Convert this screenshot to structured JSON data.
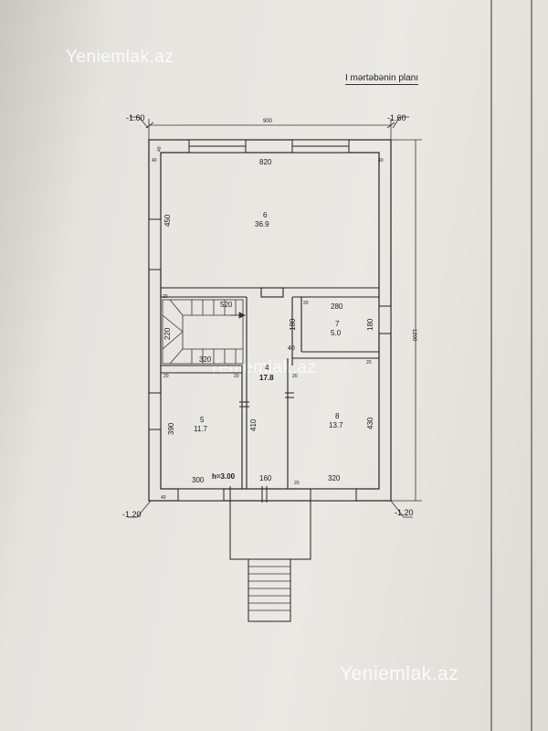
{
  "title": "I mərtəbənin planı",
  "watermarks": [
    "Yeniemlak.az",
    "Yeniemlak.az",
    "Yeniemlak.az"
  ],
  "levels": {
    "top_left": "-1.60",
    "top_right": "-1.60",
    "bottom_left": "-1.20",
    "bottom_right": "-1.20"
  },
  "dimensions": {
    "overall_width": "900",
    "overall_height": "1200",
    "room6_width": "820",
    "room6_height": "450",
    "stair_width": "520",
    "stair_height": "220",
    "stair_bottom": "320",
    "room7_width": "280",
    "room7_height_left": "180",
    "room7_height_right": "180",
    "corridor_height": "410",
    "room5_height": "390",
    "room5_width": "300",
    "room8_height": "430",
    "room8_width": "320",
    "door_width": "160",
    "ceiling_height": "h=3.00",
    "wall_40_a": "40",
    "wall_40_b": "40",
    "wall_40_c": "40",
    "wall_40_d": "40",
    "wall_40_e": "40",
    "wall_20_a": "20",
    "wall_20_b": "20",
    "wall_20_c": "20",
    "wall_20_d": "20",
    "wall_20_e": "20",
    "wall_20_f": "20",
    "wall_20_g": "20"
  },
  "rooms": [
    {
      "number": "6",
      "area": "36.9"
    },
    {
      "number": "7",
      "area": "5.0"
    },
    {
      "number": "4",
      "area": "17.8"
    },
    {
      "number": "5",
      "area": "11.7"
    },
    {
      "number": "8",
      "area": "13.7"
    }
  ]
}
